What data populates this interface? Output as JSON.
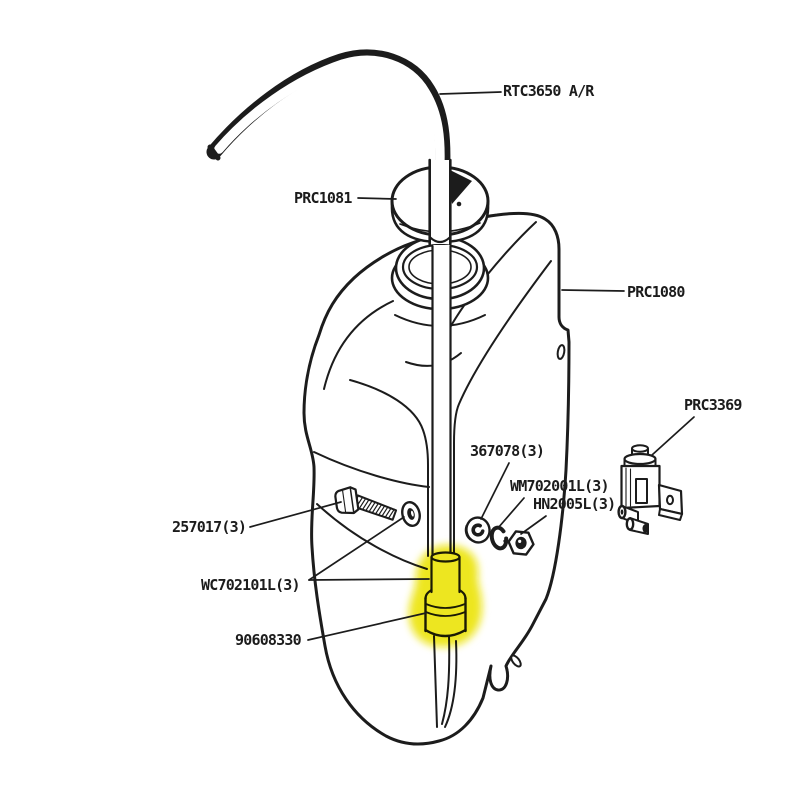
{
  "diagram": {
    "type": "exploded-parts-illustration",
    "highlighted_part": "90608330",
    "colors": {
      "ink": "#1c1c1c",
      "highlight": "#ece40a",
      "background": "#ffffff"
    }
  },
  "labels": {
    "hose": "RTC3650 A/R",
    "cap": "PRC1081",
    "bottle": "PRC1080",
    "pump": "PRC3369",
    "bush": "367078(3)",
    "spring_washer": "WM702001L(3)",
    "nut": "HN2005L(3)",
    "bolt": "257017(3)",
    "washer": "WC702101L(3)",
    "filter": "90608330"
  }
}
